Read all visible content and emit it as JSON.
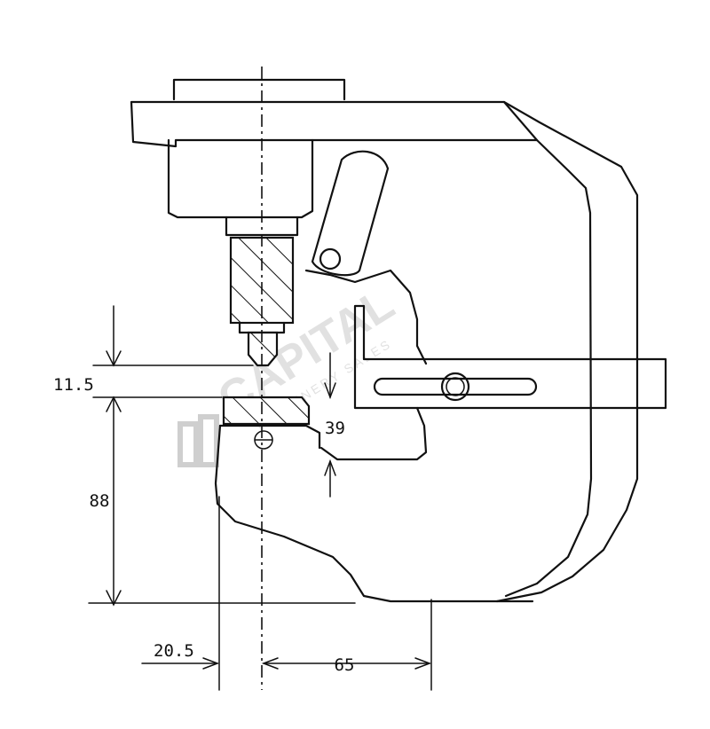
{
  "dimensions": {
    "d1": "11.5",
    "d2": "88",
    "d3": "39",
    "d4": "20.5",
    "d5": "65"
  },
  "watermark": {
    "brand": "CAPITAL",
    "sub": "MACHINERY SALES"
  }
}
